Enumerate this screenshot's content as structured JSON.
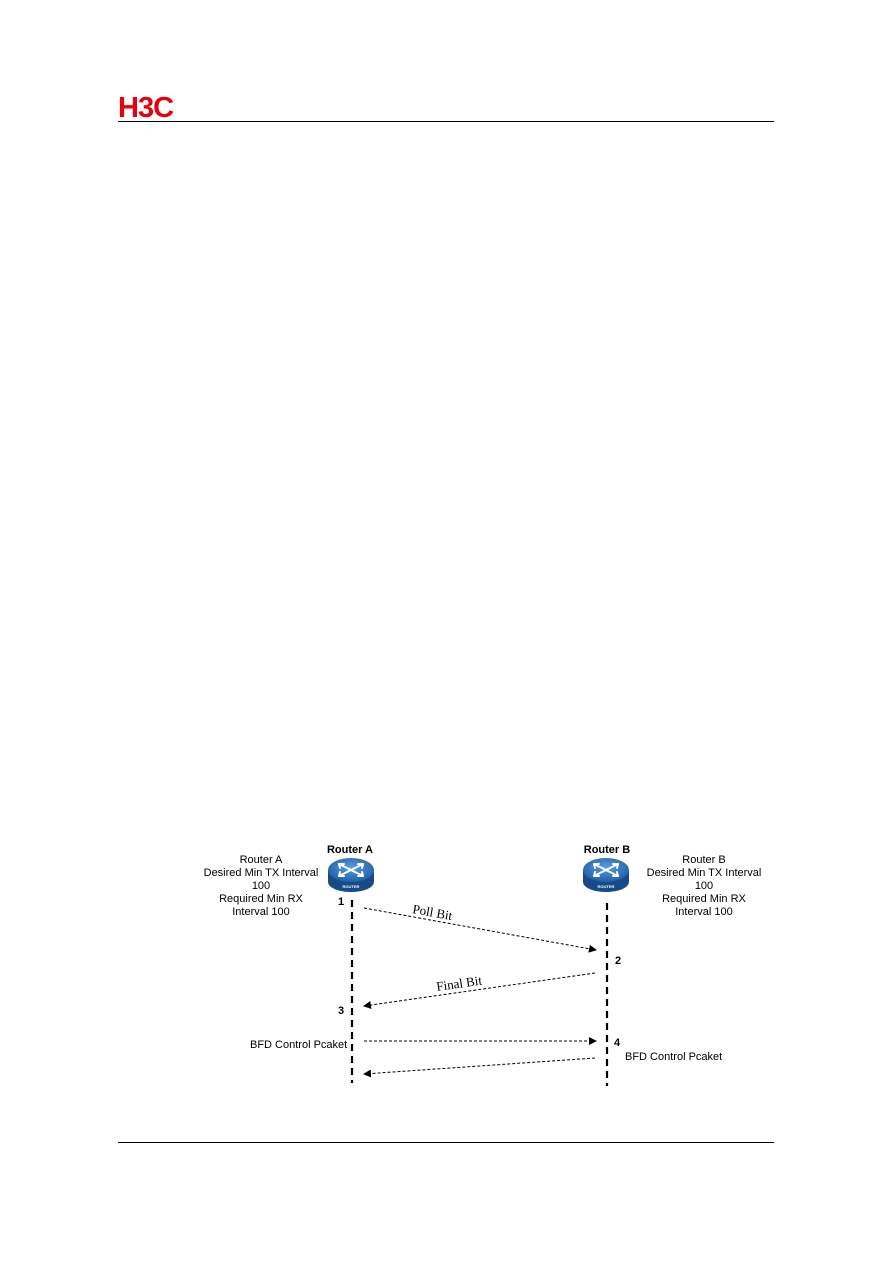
{
  "header": {
    "logo_text": "H3C",
    "brand_color": "#e60012"
  },
  "diagram": {
    "router_a": {
      "title": "Router A",
      "icon_label": "ROUTER",
      "desc": [
        "Router A",
        "Desired Min TX Interval",
        "100",
        "Required Min RX",
        "Interval 100"
      ],
      "step_1": "1",
      "step_3": "3",
      "bfd_label": "BFD Control Pcaket"
    },
    "router_b": {
      "title": "Router B",
      "icon_label": "ROUTER",
      "desc": [
        "Router B",
        "Desired Min TX Interval",
        "100",
        "Required Min RX",
        "Interval 100"
      ],
      "step_2": "2",
      "step_4": "4",
      "bfd_label": "BFD Control Pcaket"
    },
    "messages": {
      "poll": "Poll Bit",
      "final": "Final Bit"
    },
    "router_color": "#1f5fa8"
  }
}
